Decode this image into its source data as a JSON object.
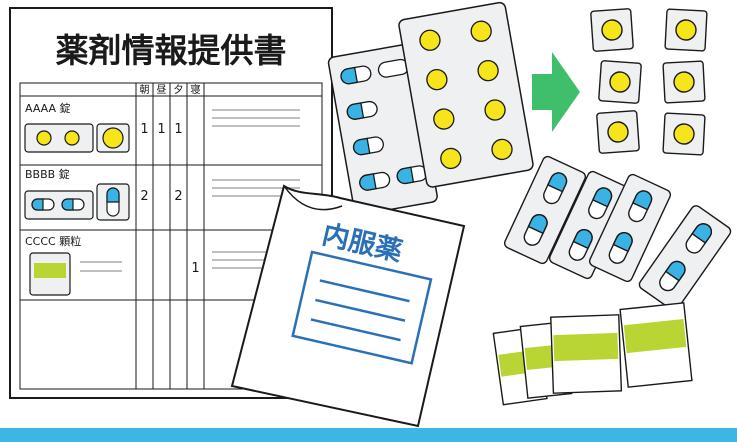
{
  "sheet": {
    "title": "薬剤情報提供書",
    "time_headers": [
      "朝",
      "昼",
      "夕",
      "寝"
    ],
    "rows": [
      {
        "name": "AAAA 錠",
        "doses": [
          "1",
          "1",
          "1",
          ""
        ]
      },
      {
        "name": "BBBB 錠",
        "doses": [
          "2",
          "",
          "2",
          ""
        ]
      },
      {
        "name": "CCCC 顆粒",
        "doses": [
          "",
          "",
          "",
          "1"
        ]
      }
    ]
  },
  "envelope": {
    "label": "内服薬"
  },
  "colors": {
    "yellow_tablet": "#f6e51a",
    "blue_capsule": "#3ab3e4",
    "green_powder": "#b9d534",
    "arrow_green": "#3fbf6b",
    "bottom_bar": "#3cb6e3",
    "envelope_blue": "#2b70b6"
  },
  "icons": {
    "arrow": "right-arrow-icon",
    "envelope": "medicine-envelope-icon"
  }
}
